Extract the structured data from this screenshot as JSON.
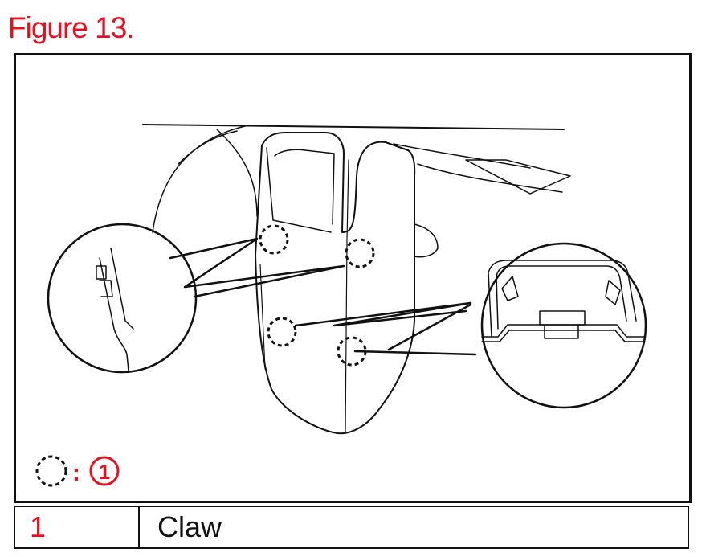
{
  "figure": {
    "title": "Figure 13."
  },
  "diagram": {
    "callout_key": {
      "separator": ":",
      "marker": "1"
    },
    "colors": {
      "accent": "#e8101e",
      "line": "#111111"
    }
  },
  "legend_table": {
    "rows": [
      {
        "number": "1",
        "label": "Claw"
      }
    ]
  }
}
